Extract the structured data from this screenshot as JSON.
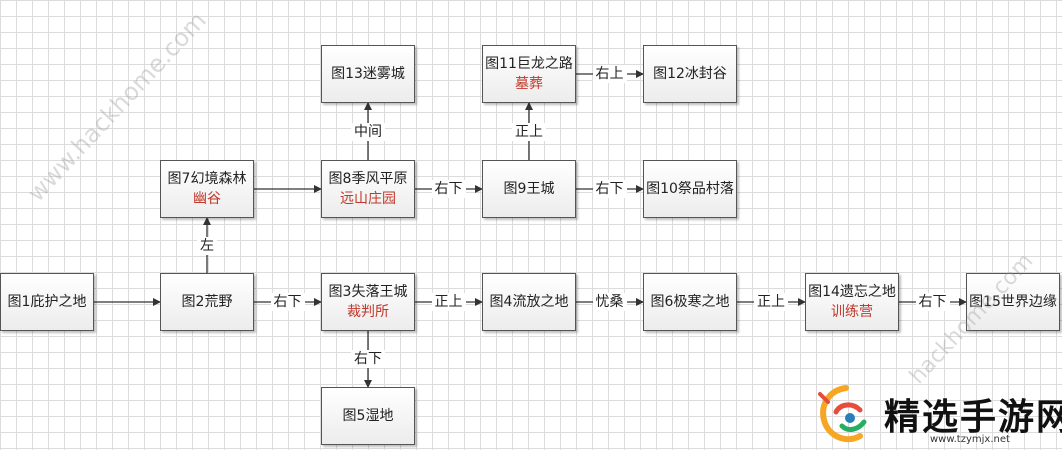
{
  "nodes": [
    {
      "id": "n1",
      "title": "图1庇护之地",
      "sub": ""
    },
    {
      "id": "n2",
      "title": "图2荒野",
      "sub": ""
    },
    {
      "id": "n3",
      "title": "图3失落王城",
      "sub": "裁判所"
    },
    {
      "id": "n4",
      "title": "图4流放之地",
      "sub": ""
    },
    {
      "id": "n5",
      "title": "图5湿地",
      "sub": ""
    },
    {
      "id": "n6",
      "title": "图6极寒之地",
      "sub": ""
    },
    {
      "id": "n7",
      "title": "图7幻境森林",
      "sub": "幽谷"
    },
    {
      "id": "n8",
      "title": "图8季风平原",
      "sub": "远山庄园"
    },
    {
      "id": "n9",
      "title": "图9王城",
      "sub": ""
    },
    {
      "id": "n10",
      "title": "图10祭品村落",
      "sub": ""
    },
    {
      "id": "n11",
      "title": "图11巨龙之路",
      "sub": "墓葬"
    },
    {
      "id": "n12",
      "title": "图12冰封谷",
      "sub": ""
    },
    {
      "id": "n13",
      "title": "图13迷雾城",
      "sub": ""
    },
    {
      "id": "n14",
      "title": "图14遗忘之地",
      "sub": "训练营"
    },
    {
      "id": "n15",
      "title": "图15世界边缘",
      "sub": ""
    }
  ],
  "edges": [
    {
      "from": "n1",
      "to": "n2",
      "label": ""
    },
    {
      "from": "n2",
      "to": "n3",
      "label": "右下"
    },
    {
      "from": "n3",
      "to": "n4",
      "label": "正上"
    },
    {
      "from": "n4",
      "to": "n6",
      "label": "忧桑"
    },
    {
      "from": "n6",
      "to": "n14",
      "label": "正上"
    },
    {
      "from": "n14",
      "to": "n15",
      "label": "右下"
    },
    {
      "from": "n3",
      "to": "n5",
      "label": "右下"
    },
    {
      "from": "n2",
      "to": "n7",
      "label": "左"
    },
    {
      "from": "n7",
      "to": "n8",
      "label": ""
    },
    {
      "from": "n8",
      "to": "n13",
      "label": "中间"
    },
    {
      "from": "n8",
      "to": "n9",
      "label": "右下"
    },
    {
      "from": "n9",
      "to": "n10",
      "label": "右下"
    },
    {
      "from": "n9",
      "to": "n11",
      "label": "正上"
    },
    {
      "from": "n11",
      "to": "n12",
      "label": "右上"
    }
  ],
  "watermarks": [
    "www.hackhome.com",
    "hackhome.com"
  ],
  "logo": {
    "brand": "精选手游网",
    "url": "www.tzymjx.net"
  },
  "colors": {
    "subtitle": "#c0392b",
    "border": "#555555",
    "grid": "#dcdcdc"
  }
}
